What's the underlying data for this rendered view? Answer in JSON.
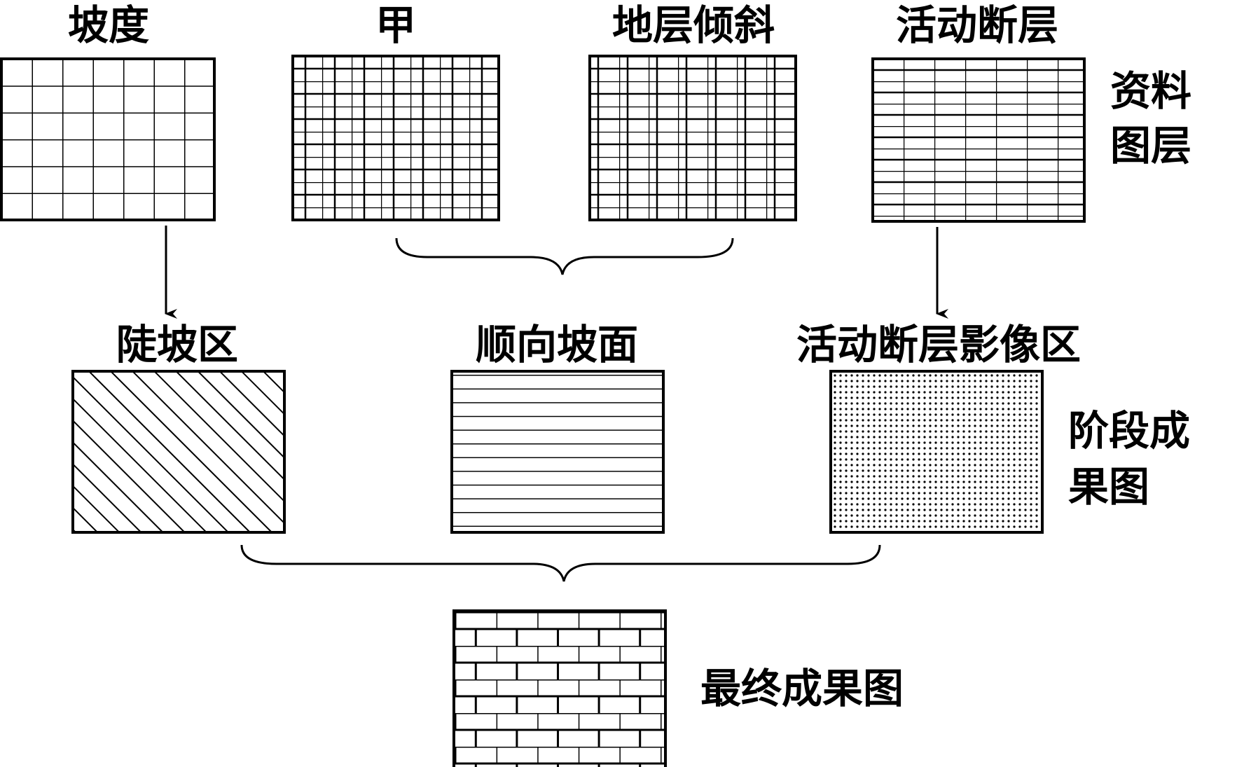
{
  "layers_row": {
    "row_label_line1": "资料",
    "row_label_line2": "图层",
    "slope_label": "坡度",
    "jia_label": "甲",
    "dip_label": "地层倾斜",
    "fault_label": "活动断层"
  },
  "stage_row": {
    "row_label_line1": "阶段成",
    "row_label_line2": "果图",
    "steep_label": "陡坡区",
    "dipslope_label": "顺向坡面",
    "fault_zone_label": "活动断层影像区"
  },
  "final": {
    "label": "最终成果图"
  },
  "colors": {
    "line": "#000000",
    "background": "#ffffff"
  }
}
